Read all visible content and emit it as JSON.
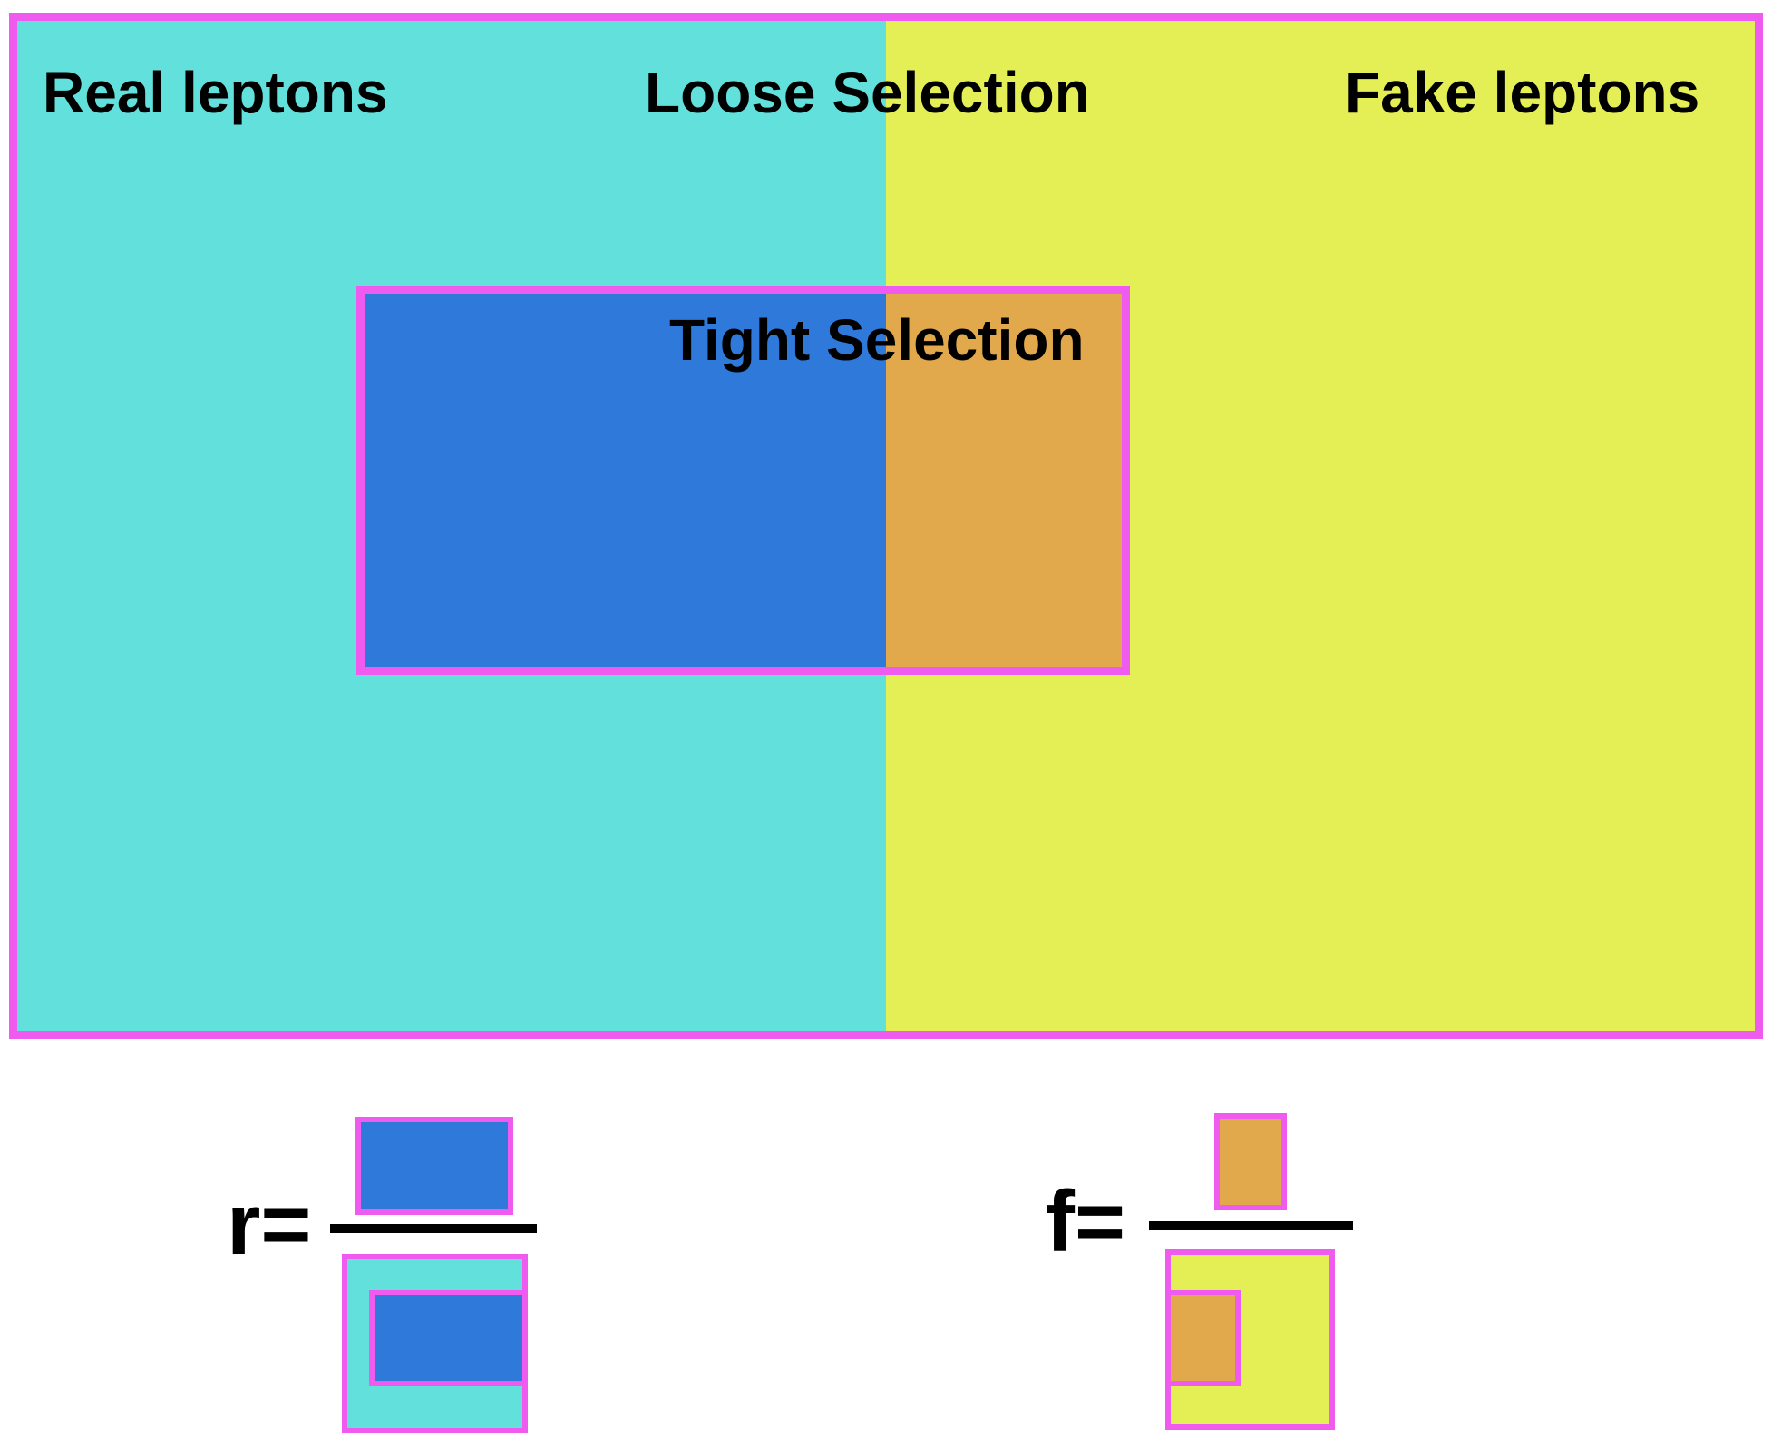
{
  "colors": {
    "border": "#ee5bee",
    "real": "#62e0db",
    "fake": "#e4ee55",
    "tight_real": "#2f79db",
    "tight_fake": "#e2a94c",
    "text": "#000000"
  },
  "diagram": {
    "region_labels": {
      "real": "Real leptons",
      "loose": "Loose Selection",
      "fake": "Fake leptons",
      "tight": "Tight Selection"
    }
  },
  "formulas": {
    "real_efficiency": {
      "symbol": "r="
    },
    "fake_efficiency": {
      "symbol": "f="
    }
  }
}
